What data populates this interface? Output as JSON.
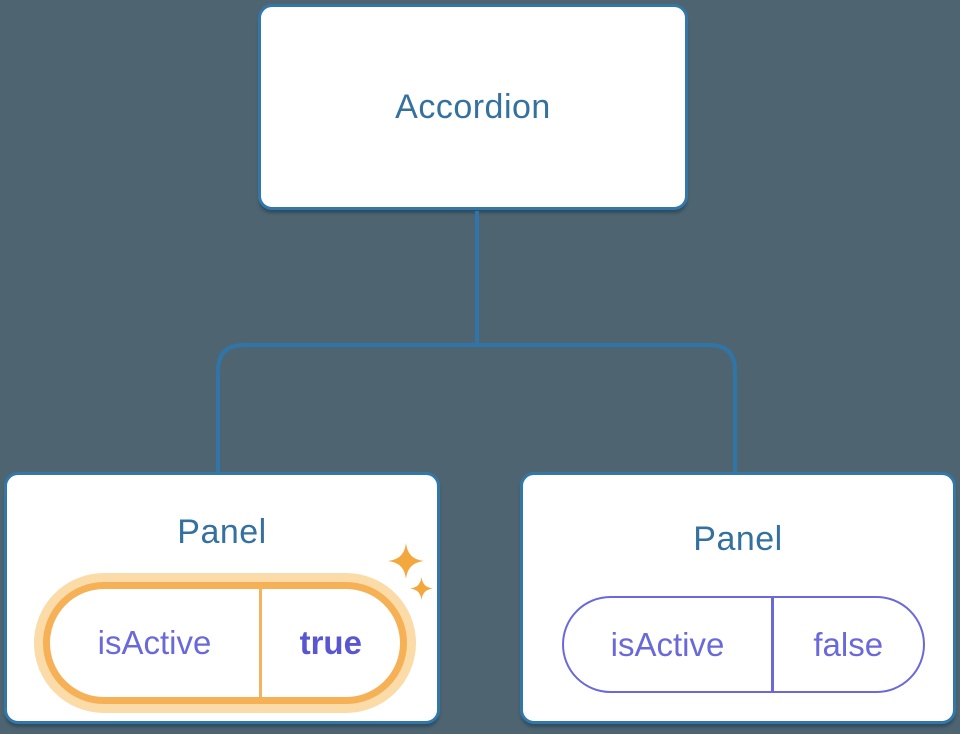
{
  "diagram": {
    "root": {
      "label": "Accordion"
    },
    "panels": [
      {
        "label": "Panel",
        "state_name": "isActive",
        "state_value": "true",
        "highlighted": true
      },
      {
        "label": "Panel",
        "state_name": "isActive",
        "state_value": "false",
        "highlighted": false
      }
    ]
  },
  "icons": {
    "sparkle_big": "sparkle-icon",
    "sparkle_small": "sparkle-icon"
  },
  "colors": {
    "background": "#4E6571",
    "node_fill": "#FFFFFF",
    "node_border": "#3377A9",
    "node_text": "#35719F",
    "connector": "#3075A7",
    "state_text": "#6A69DA",
    "state_value_active_text": "#5956D2",
    "state_border_inactive": "#6B68DB",
    "highlight_border": "#F6B156",
    "highlight_glow": "#FBDBA8",
    "sparkle": "#F3A83D"
  }
}
